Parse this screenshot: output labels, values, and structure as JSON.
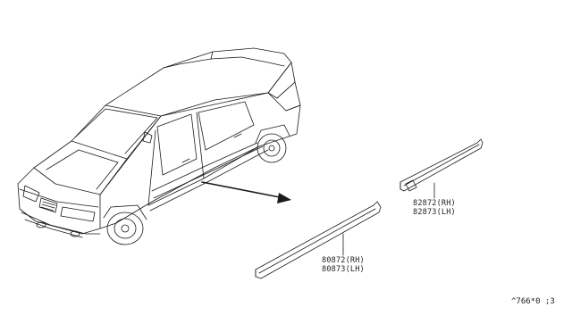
{
  "parts": {
    "upper_molding": {
      "rh": "82872(RH)",
      "lh": "82873(LH)"
    },
    "lower_molding": {
      "rh": "80872(RH)",
      "lh": "80873(LH)"
    }
  },
  "reference_code": "^766*0 ;3"
}
